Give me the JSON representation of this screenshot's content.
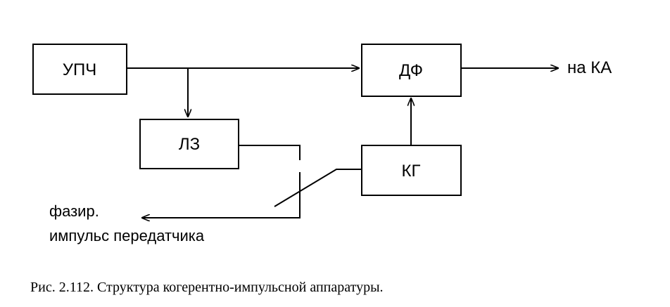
{
  "blocks": {
    "upch": "УПЧ",
    "df": "ДФ",
    "lz": "ЛЗ",
    "kg": "КГ"
  },
  "labels": {
    "output": "на КА",
    "phasing_line1": "фазир.",
    "phasing_line2": "импульс передатчика"
  },
  "caption": "Рис. 2.112. Структура когерентно-импульсной аппаратуры."
}
